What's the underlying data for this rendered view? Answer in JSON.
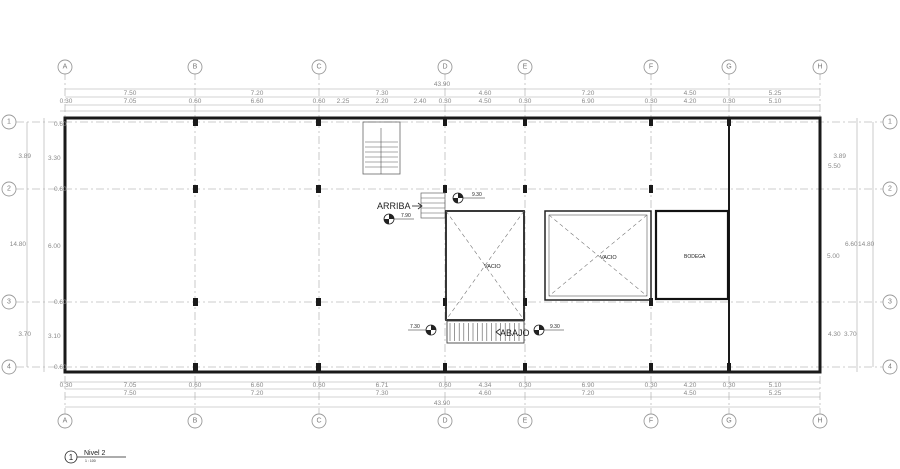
{
  "axes": {
    "letters": [
      "A",
      "B",
      "C",
      "D",
      "E",
      "F",
      "G",
      "H"
    ],
    "numbers": [
      "1",
      "2",
      "3",
      "4"
    ]
  },
  "top_dims": {
    "overall": "43.90",
    "row1": [
      "7.50",
      "7.20",
      "7.30",
      "4.60",
      "7.20",
      "4.50",
      "5.25"
    ],
    "row2": [
      "0.30",
      "7.05",
      "0.60",
      "6.60",
      "0.60",
      "2.25",
      "2.20",
      "2.40",
      "0.30",
      "4.50",
      "0.30",
      "6.90",
      "0.30",
      "4.20",
      "0.30",
      "5.10"
    ]
  },
  "bottom_dims": {
    "row1": [
      "0.30",
      "7.05",
      "0.60",
      "6.60",
      "0.60",
      "6.71",
      "0.60",
      "4.34",
      "0.30",
      "6.90",
      "0.30",
      "4.20",
      "0.30",
      "5.10"
    ],
    "row2": [
      "7.50",
      "7.20",
      "7.30",
      "4.60",
      "7.20",
      "4.50",
      "5.25"
    ],
    "overall": "43.90"
  },
  "left_dims": {
    "outer": [
      "3.89",
      "14.80",
      "3.70"
    ],
    "inner": [
      "0.60",
      "3.30",
      "0.60",
      "6.00",
      "0.60",
      "3.10",
      "0.60"
    ]
  },
  "right_dims": {
    "inner": [
      "3.89",
      "5.50",
      "6.60",
      "5.00",
      "4.30"
    ],
    "outer": [
      "14.80",
      "3.70"
    ]
  },
  "labels": {
    "arriba": "ARRIBA",
    "abajo": "ABAJO",
    "vacio1": "VACIO",
    "vacio2": "VACIO",
    "bodega": "BODEGA",
    "lvl_top": "9.30",
    "lvl_arriba": "7.90",
    "lvl_left_bottom": "7.30",
    "lvl_right_bottom": "9.30"
  },
  "title_block": {
    "number": "1",
    "title": "Nivel 2",
    "scale": "1 : 100"
  }
}
